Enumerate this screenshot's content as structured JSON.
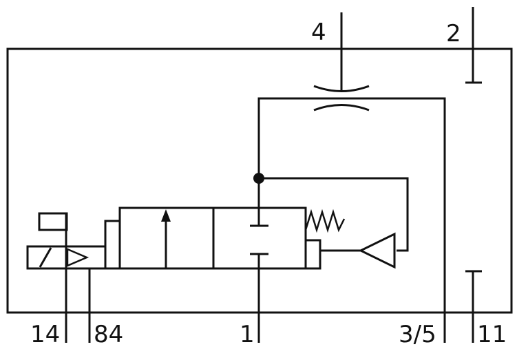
{
  "ports": {
    "p4": "4",
    "p2": "2",
    "p14": "14",
    "p84": "84",
    "p1": "1",
    "p35": "3/5",
    "p11": "11"
  },
  "colors": {
    "line": "#111111",
    "background": "#ffffff"
  }
}
